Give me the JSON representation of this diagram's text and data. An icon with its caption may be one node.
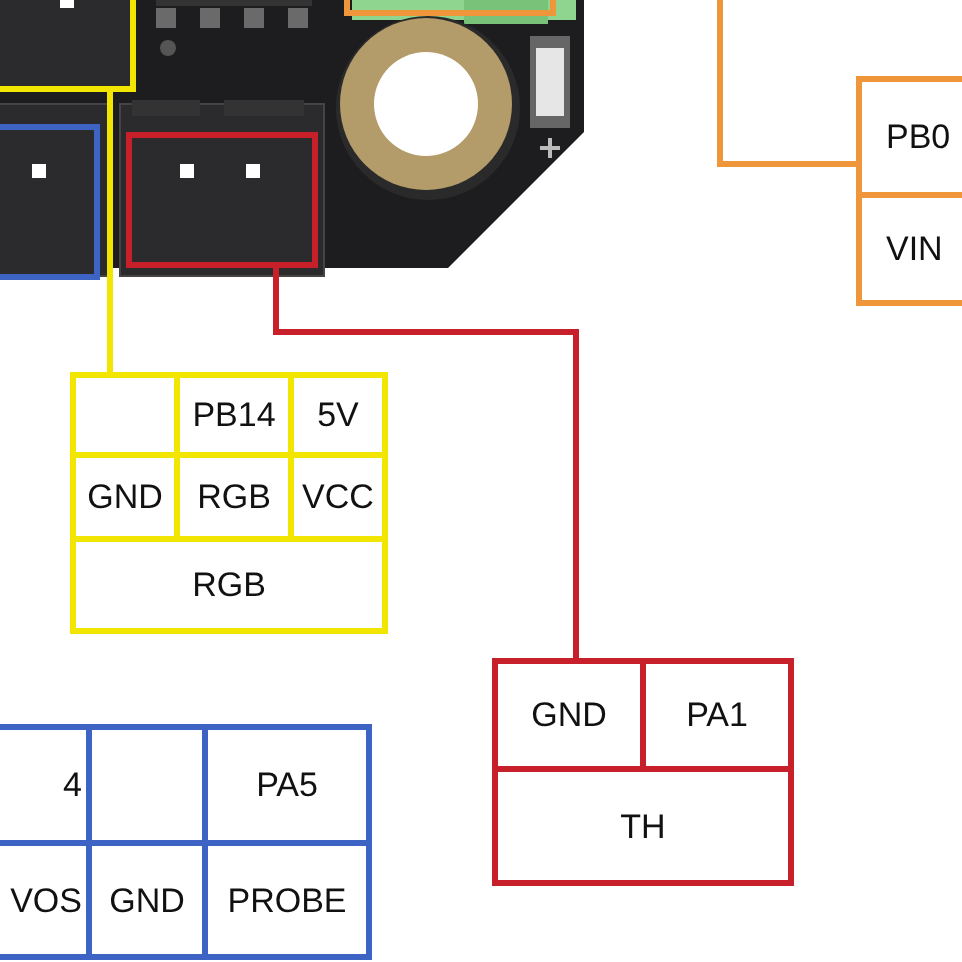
{
  "diagram": {
    "nodes": [
      {
        "text": [],
        "shape": "box"
      },
      {
        "text": [],
        "shape": "box"
      },
      {
        "text": [],
        "shape": "box"
      },
      {
        "text": [],
        "shape": "box"
      },
      {
        "text": [
          "PB0",
          "VIN"
        ]
      },
      {
        "text": [
          "PB14",
          "5V",
          "GND",
          "RGB",
          "VCC",
          "RGB"
        ]
      },
      {
        "text": [
          "GND",
          "PA1",
          "TH"
        ]
      },
      {
        "text": [
          "4",
          "PA5",
          "VOS",
          "GND",
          "PROBE"
        ]
      }
    ],
    "edges": [
      {
        "from": 0,
        "to": 5,
        "arrow": "none",
        "color": "#f2e600"
      },
      {
        "from": 2,
        "to": 6,
        "arrow": "none",
        "color": "#c8202a"
      },
      {
        "from": null,
        "to": 4,
        "arrow": "none",
        "color": "#f0963a"
      }
    ]
  }
}
